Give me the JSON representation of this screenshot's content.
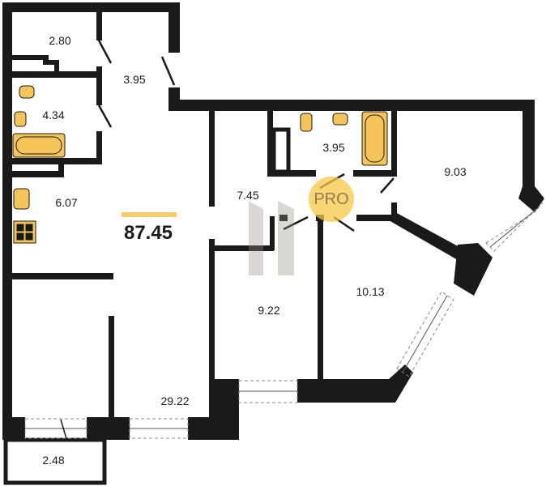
{
  "plan": {
    "total_area": "87.45",
    "logo": "PRO",
    "rooms": [
      {
        "id": "storage",
        "area": "2.80"
      },
      {
        "id": "hall",
        "area": "3.95"
      },
      {
        "id": "bathroom-left",
        "area": "4.34"
      },
      {
        "id": "kitchen",
        "area": "6.07"
      },
      {
        "id": "living-room",
        "area": "29.22"
      },
      {
        "id": "balcony",
        "area": "2.48"
      },
      {
        "id": "corridor",
        "area": "7.45"
      },
      {
        "id": "bathroom-right",
        "area": "3.95"
      },
      {
        "id": "bedroom-corner",
        "area": "9.03"
      },
      {
        "id": "bedroom-middle",
        "area": "9.22"
      },
      {
        "id": "bedroom-large",
        "area": "10.13"
      }
    ]
  },
  "colors": {
    "wall": "#1a1a1a",
    "fixture": "#f5c55a",
    "accent": "#f5cd6a"
  }
}
